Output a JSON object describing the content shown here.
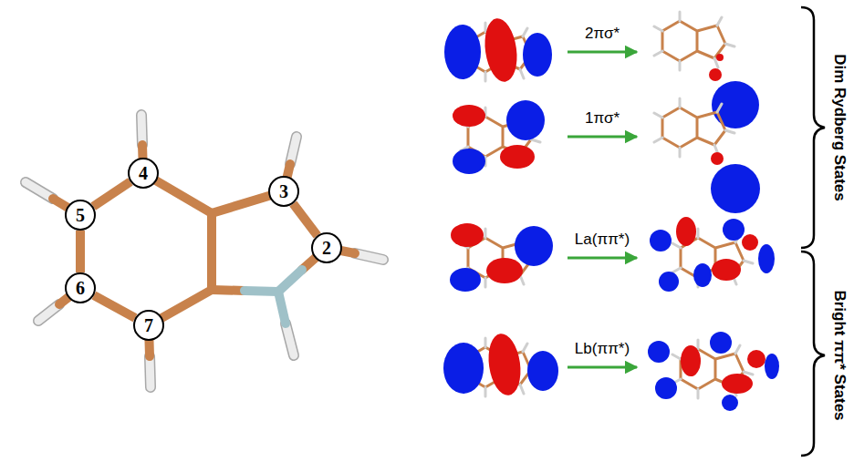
{
  "diagram": {
    "nodes": [
      {
        "text": [
          "4"
        ]
      },
      {
        "text": [
          "3"
        ]
      },
      {
        "text": [
          "5"
        ]
      },
      {
        "text": [
          "2"
        ]
      },
      {
        "text": [
          "6"
        ]
      },
      {
        "text": [
          "7"
        ]
      }
    ],
    "edges": [
      {
        "from": 0,
        "to": 2,
        "arrow": "none"
      },
      {
        "from": 2,
        "to": 4,
        "arrow": "none"
      },
      {
        "from": 4,
        "to": 5,
        "arrow": "none"
      },
      {
        "from": 1,
        "to": 3,
        "arrow": "none"
      }
    ],
    "labels": [
      "2πσ*",
      "1πσ*",
      "La(ππ*)",
      "Lb(ππ*)",
      "Dim Rydberg States",
      "Bright ππ* States"
    ]
  }
}
